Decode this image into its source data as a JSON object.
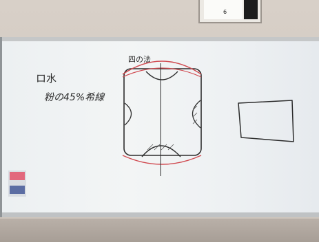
{
  "scene": {
    "clock": {
      "visible_number": "6"
    },
    "whiteboard": {
      "text_line_1": "ロ水",
      "text_line_2": "粉の45%希線",
      "diagram_label": "四の法"
    }
  }
}
